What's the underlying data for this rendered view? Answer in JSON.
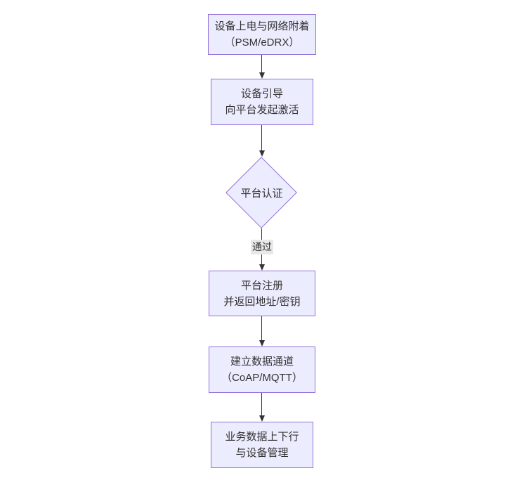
{
  "diagram": {
    "type": "flowchart",
    "direction": "top-down",
    "nodes": [
      {
        "id": "attach",
        "shape": "rect",
        "lines": [
          "设备上电与网络附着",
          "（PSM/eDRX）"
        ]
      },
      {
        "id": "bootstrap",
        "shape": "rect",
        "lines": [
          "设备引导",
          "向平台发起激活"
        ]
      },
      {
        "id": "auth",
        "shape": "diamond",
        "lines": [
          "平台认证"
        ]
      },
      {
        "id": "register",
        "shape": "rect",
        "lines": [
          "平台注册",
          "并返回地址/密钥"
        ]
      },
      {
        "id": "channel",
        "shape": "rect",
        "lines": [
          "建立数据通道",
          "（CoAP/MQTT）"
        ]
      },
      {
        "id": "business",
        "shape": "rect",
        "lines": [
          "业务数据上下行",
          "与设备管理"
        ]
      }
    ],
    "edges": [
      {
        "from": "attach",
        "to": "bootstrap",
        "label": ""
      },
      {
        "from": "bootstrap",
        "to": "auth",
        "label": ""
      },
      {
        "from": "auth",
        "to": "register",
        "label": "通过"
      },
      {
        "from": "register",
        "to": "channel",
        "label": ""
      },
      {
        "from": "channel",
        "to": "business",
        "label": ""
      }
    ],
    "colors": {
      "node_fill": "#ECECFF",
      "node_border": "#9370DB",
      "edge_line": "#333333",
      "text_color": "#333333",
      "edge_label_bg": "#e8e8e8",
      "canvas_bg": "#ffffff"
    }
  }
}
